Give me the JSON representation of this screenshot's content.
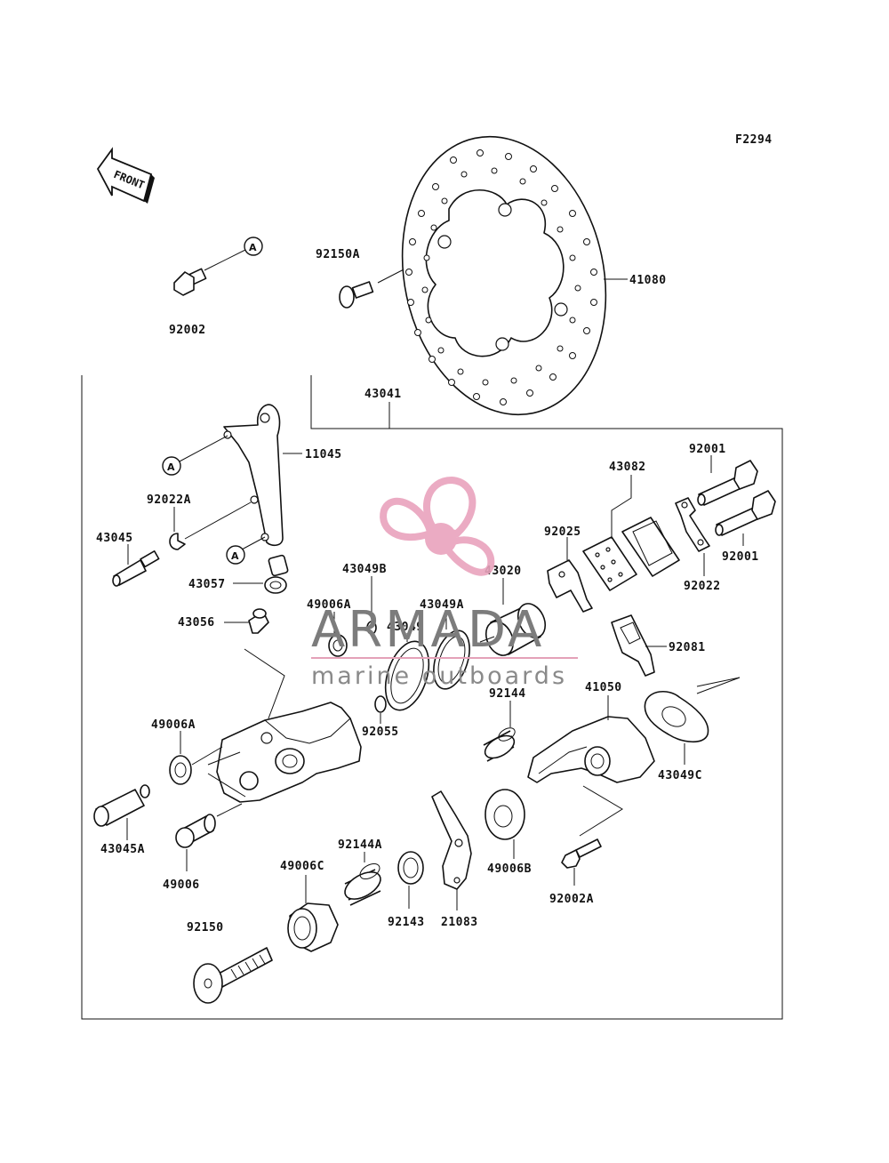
{
  "figure_code": "F2294",
  "front_label": "FRONT",
  "ref_marker": "A",
  "watermark": {
    "brand": "ARMADA",
    "tagline": "marine outboards",
    "logo_color": "#e9a3bd",
    "rule_color": "#e4a1b8"
  },
  "parts": {
    "p92002": "92002",
    "p92150A": "92150A",
    "p41080": "41080",
    "p43041": "43041",
    "p11045": "11045",
    "p92022A": "92022A",
    "p43045": "43045",
    "p43057": "43057",
    "p43056": "43056",
    "p49006A_1": "49006A",
    "p49006A_2": "49006A",
    "p43049B": "43049B",
    "p43049A": "43049A",
    "p43049": "43049",
    "p43020": "43020",
    "p43082": "43082",
    "p92025": "92025",
    "p92001_1": "92001",
    "p92001_2": "92001",
    "p92022": "92022",
    "p92081": "92081",
    "p92144": "92144",
    "p41050": "41050",
    "p92055": "92055",
    "p43049C": "43049C",
    "p43045A": "43045A",
    "p49006": "49006",
    "p92144A": "92144A",
    "p49006C": "49006C",
    "p92143": "92143",
    "p21083": "21083",
    "p49006B": "49006B",
    "p92002A": "92002A",
    "p92150": "92150"
  }
}
